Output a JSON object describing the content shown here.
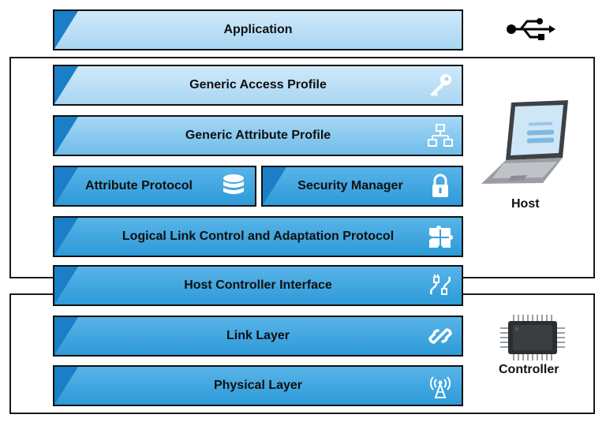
{
  "layers": {
    "application": "Application",
    "gap": "Generic Access Profile",
    "gatt": "Generic Attribute Profile",
    "att": "Attribute Protocol",
    "sm": "Security Manager",
    "l2cap": "Logical Link Control and Adaptation Protocol",
    "hci": "Host Controller Interface",
    "ll": "Link Layer",
    "phy": "Physical Layer"
  },
  "groups": {
    "host": "Host",
    "controller": "Controller"
  },
  "icons": {
    "application": "usb-icon",
    "gap": "key-icon",
    "gatt": "network-icon",
    "att": "database-icon",
    "sm": "lock-icon",
    "l2cap": "puzzle-icon",
    "hci": "cable-icon",
    "ll": "chain-link-icon",
    "phy": "antenna-icon",
    "host": "laptop-icon",
    "controller": "chip-icon"
  },
  "colors": {
    "accent": "#1a7fc6",
    "light": "#b9def6",
    "mid": "#8bc9ee",
    "deep": "#3aa3dd",
    "frame": "#1a1a1a"
  }
}
